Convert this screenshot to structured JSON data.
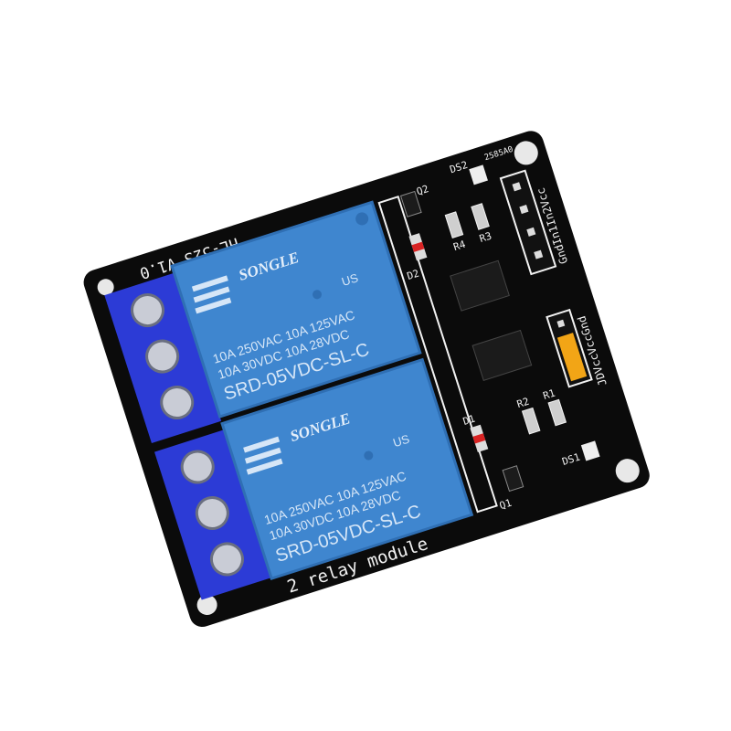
{
  "board": {
    "model": "HL-52S V1.0",
    "title": "2 relay module",
    "colors": {
      "pcb": "#0b0b0b",
      "relay": "#3f86cf",
      "terminal": "#2c3bd6",
      "jumper": "#f2a516",
      "silkscreen": "#f2f2f2"
    }
  },
  "relays": [
    {
      "brand": "SONGLE",
      "rating_line1": "10A 250VAC  10A 125VAC",
      "rating_line2": "10A 30VDC  10A 28VDC",
      "part": "SRD-05VDC-SL-C",
      "cert": "US"
    },
    {
      "brand": "SONGLE",
      "rating_line1": "10A 250VAC  10A 125VAC",
      "rating_line2": "10A 30VDC  10A 28VDC",
      "part": "SRD-05VDC-SL-C",
      "cert": "US"
    }
  ],
  "labels": {
    "q1": "Q1",
    "q2": "Q2",
    "d1": "D1",
    "d2": "D2",
    "r1": "R1",
    "r2": "R2",
    "r3": "R3",
    "r4": "R4",
    "ds1": "DS1",
    "ds2": "DS2",
    "code": "2585A0",
    "input_header": "GndIn1In2Vcc",
    "power_header": "JDVccVccGnd"
  }
}
